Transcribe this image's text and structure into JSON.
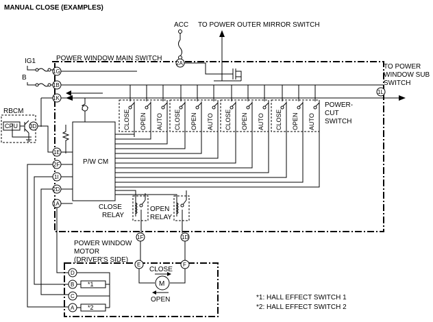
{
  "title": "MANUAL CLOSE (EXAMPLES)",
  "labels": {
    "acc": "ACC",
    "mirror": "TO POWER OUTER MIRROR SWITCH",
    "main_switch": "POWER WINDOW MAIN SWITCH",
    "sub_switch_1": "TO POWER",
    "sub_switch_2": "WINDOW SUB",
    "sub_switch_3": "SWITCH",
    "ig1": "IG1",
    "b": "B",
    "rbcm": "RBCM",
    "cpu": "CPU",
    "pwcm": "P/W CM",
    "powercut_1": "POWER-",
    "powercut_2": "CUT",
    "powercut_3": "SWITCH",
    "close_relay_1": "CLOSE",
    "close_relay_2": "RELAY",
    "open_relay_1": "OPEN",
    "open_relay_2": "RELAY",
    "motor_1": "POWER WINDOW",
    "motor_2": "MOTOR",
    "motor_3": "(DRIVER'S SIDE)",
    "m": "M",
    "close": "CLOSE",
    "open": "OPEN",
    "hall1_mark": "*1",
    "hall2_mark": "*2",
    "note1": "*1: HALL EFFECT SWITCH 1",
    "note2": "*2: HALL EFFECT SWITCH 2"
  },
  "terminals": {
    "t2A": "2A",
    "t1G": "1G",
    "t1B": "1B",
    "t1K": "1K",
    "t3D": "3D",
    "t1E": "1E",
    "t2F": "2F",
    "t1I": "1I",
    "t2D": "2D",
    "t1A": "1A",
    "t1L": "1L",
    "t1F": "1F",
    "t1D": "1D",
    "tE": "E",
    "tF": "F",
    "tD": "D",
    "tB": "B",
    "tC": "C",
    "tA": "A"
  },
  "switch_groups": [
    [
      "CLOSE",
      "OPEN",
      "AUTO"
    ],
    [
      "CLOSE",
      "OPEN",
      "AUTO"
    ],
    [
      "CLOSE",
      "OPEN",
      "AUTO"
    ],
    [
      "CLOSE",
      "OPEN",
      "AUTO"
    ]
  ]
}
